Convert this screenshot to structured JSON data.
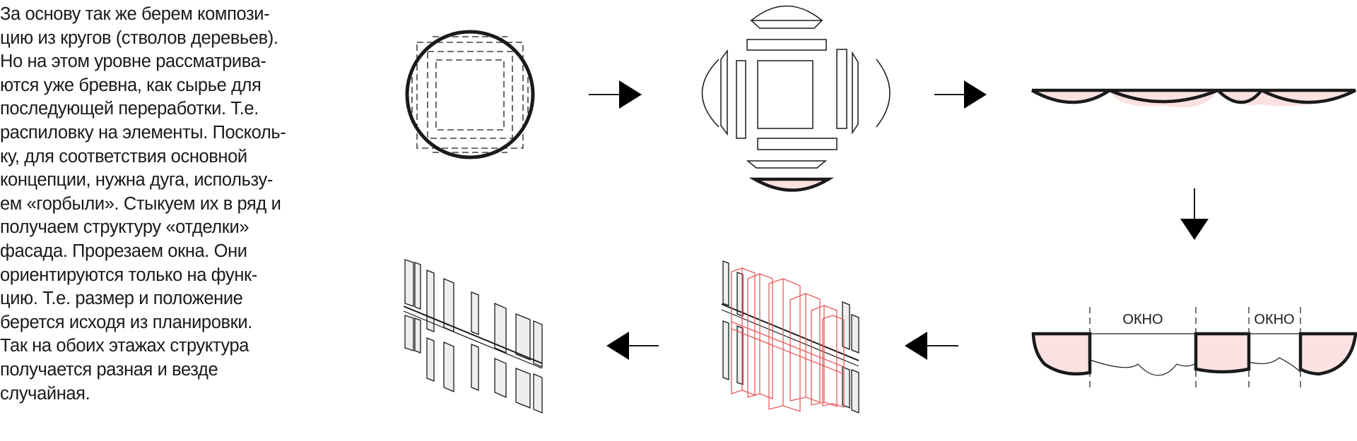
{
  "description": {
    "lines": [
      "За основу так же берем компози-",
      "цию из кругов (стволов деревьев).",
      "Но на этом уровне рассматрива-",
      "ются уже бревна, как сырье для",
      "последующей переработки. Т.е.",
      "распиловку на элементы. Посколь-",
      "ку, для соответствия основной",
      "концепции, нужна дуга, использу-",
      "ем «горбыли». Стыкуем их в ряд и",
      "получаем структуру «отделки»",
      "фасада. Прорезаем окна. Они",
      "ориентируются только на функ-",
      "цию. Т.е. размер и положение",
      "берется исходя из планировки.",
      "Так на обоих этажах структура",
      "получается разная и везде",
      "случайная."
    ]
  },
  "diagram": {
    "window_label_1": "ОКНО",
    "window_label_2": "ОКНО"
  },
  "colors": {
    "stroke": "#1a1a1a",
    "fill_pink": "#fbe1e1",
    "red_outline": "#e85c5c",
    "panel_grey": "#eeeeee"
  }
}
